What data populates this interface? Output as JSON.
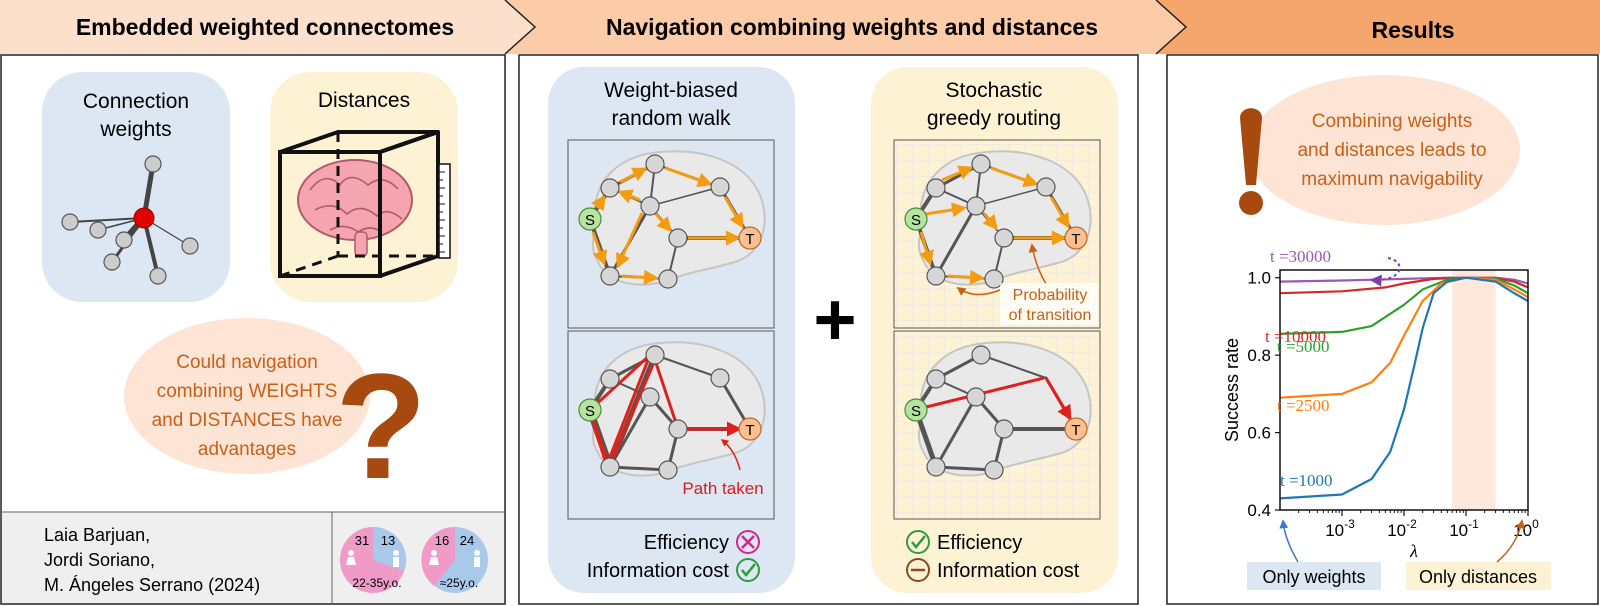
{
  "headers": {
    "left": "Embedded weighted connectomes",
    "middle": "Navigation combining weights and distances",
    "right": "Results"
  },
  "left_panel": {
    "weights_title": [
      "Connection",
      "weights"
    ],
    "distances_title": "Distances",
    "question_lines": [
      "Could navigation",
      "combining WEIGHTS",
      "and DISTANCES have",
      "advantages"
    ],
    "question_mark": "?",
    "authors": [
      "Laia Barjuan,",
      "Jordi Soriano,",
      "M. Ángeles Serrano (2024)"
    ],
    "pie1": {
      "female": 31,
      "male": 13,
      "age": "22-35y.o."
    },
    "pie2": {
      "female": 16,
      "male": 24,
      "age": "≈25y.o."
    }
  },
  "middle_panel": {
    "walk_title": [
      "Weight-biased",
      "random walk"
    ],
    "greedy_title": [
      "Stochastic",
      "greedy routing"
    ],
    "plus": "+",
    "source_node": "S",
    "target_node": "T",
    "path_taken": "Path taken",
    "probability_lines": [
      "Probability",
      "of transition"
    ],
    "walk_metrics": {
      "efficiency": "Efficiency",
      "info_cost": "Information cost"
    },
    "greedy_metrics": {
      "efficiency": "Efficiency",
      "info_cost": "Information cost"
    }
  },
  "right_panel": {
    "exclaim_lines": [
      "Combining weights",
      "and distances leads to",
      "maximum navigability"
    ],
    "only_weights": "Only weights",
    "only_distances": "Only distances"
  },
  "colors": {
    "header_bg": "#fcd3b6",
    "header_results": "#f4a56d",
    "orange_text": "#c8601a",
    "blue_panel": "#dde7f3",
    "yellow_panel": "#fdf3d4",
    "brown": "#a84a10"
  },
  "chart_data": {
    "type": "line",
    "xlabel": "λ",
    "ylabel": "Success rate",
    "xscale": "log",
    "xlim": [
      0.0001,
      1
    ],
    "ylim": [
      0.4,
      1.02
    ],
    "xticks": [
      "10^-3",
      "10^-2",
      "10^-1",
      "10^0"
    ],
    "yticks": [
      "0.4",
      "0.6",
      "0.8",
      "1.0"
    ],
    "highlight_band": [
      0.06,
      0.3
    ],
    "series": [
      {
        "name": "t =30000",
        "color": "#9b59b6",
        "x": [
          0.0001,
          0.001,
          0.01,
          0.05,
          0.1,
          0.3,
          0.6,
          1
        ],
        "y": [
          0.99,
          0.993,
          0.997,
          1.0,
          1.0,
          1.0,
          0.995,
          0.985
        ]
      },
      {
        "name": "t =10000",
        "color": "#d62728",
        "x": [
          0.0001,
          0.001,
          0.005,
          0.01,
          0.03,
          0.1,
          0.3,
          0.6,
          1
        ],
        "y": [
          0.96,
          0.965,
          0.975,
          0.985,
          0.997,
          1.0,
          0.999,
          0.99,
          0.975
        ]
      },
      {
        "name": "t =5000",
        "color": "#2ca02c",
        "x": [
          0.0001,
          0.001,
          0.003,
          0.01,
          0.02,
          0.05,
          0.1,
          0.3,
          0.6,
          1
        ],
        "y": [
          0.855,
          0.86,
          0.875,
          0.93,
          0.97,
          0.995,
          1.0,
          0.998,
          0.98,
          0.96
        ]
      },
      {
        "name": "t =2500",
        "color": "#ff7f0e",
        "x": [
          0.0001,
          0.001,
          0.003,
          0.006,
          0.01,
          0.02,
          0.04,
          0.1,
          0.3,
          0.6,
          1
        ],
        "y": [
          0.69,
          0.7,
          0.73,
          0.78,
          0.85,
          0.94,
          0.985,
          1.0,
          0.995,
          0.97,
          0.95
        ]
      },
      {
        "name": "t =1000",
        "color": "#1f77b4",
        "x": [
          0.0001,
          0.001,
          0.003,
          0.006,
          0.01,
          0.015,
          0.02,
          0.03,
          0.05,
          0.1,
          0.3,
          0.6,
          1
        ],
        "y": [
          0.43,
          0.44,
          0.48,
          0.55,
          0.66,
          0.78,
          0.87,
          0.96,
          0.99,
          1.0,
          0.99,
          0.96,
          0.94
        ]
      }
    ]
  }
}
